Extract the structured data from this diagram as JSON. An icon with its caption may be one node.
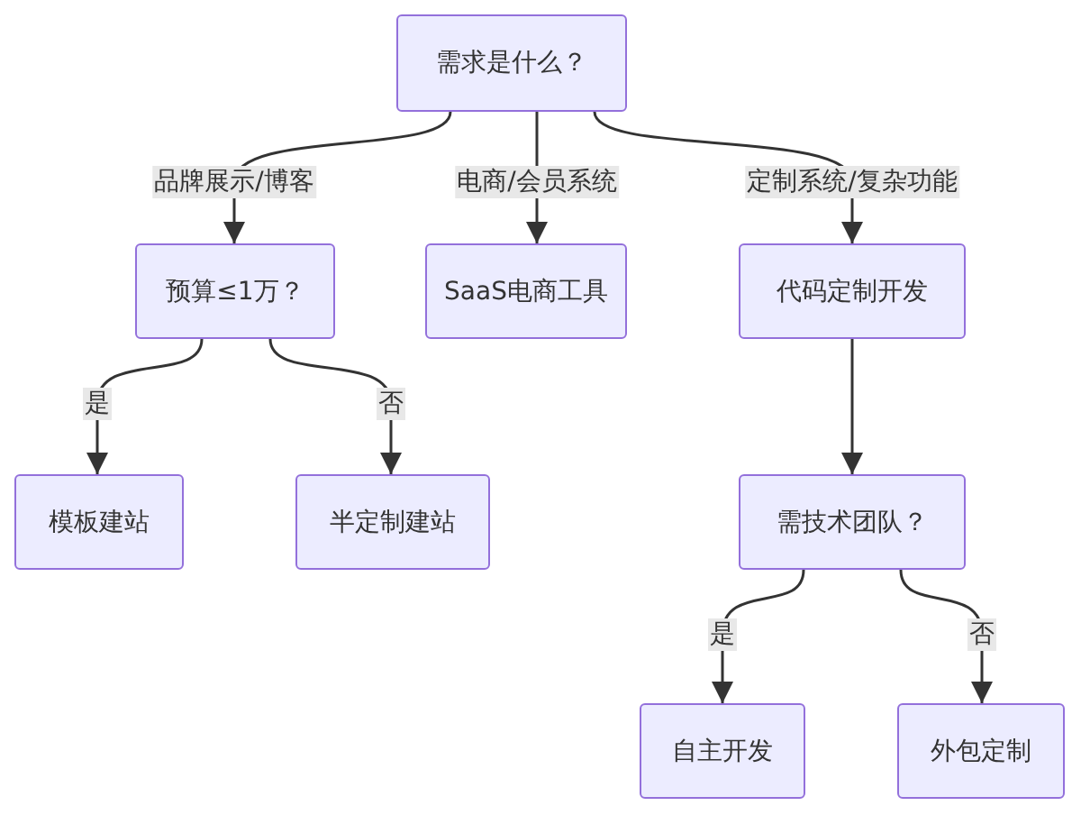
{
  "diagram": {
    "nodes": [
      {
        "text": [
          "需求是什么？"
        ]
      },
      {
        "text": [
          "预算≤1万？"
        ]
      },
      {
        "text": [
          "SaaS电商工具"
        ]
      },
      {
        "text": [
          "代码定制开发"
        ]
      },
      {
        "text": [
          "模板建站"
        ]
      },
      {
        "text": [
          "半定制建站"
        ]
      },
      {
        "text": [
          "需技术团队？"
        ]
      },
      {
        "text": [
          "自主开发"
        ]
      },
      {
        "text": [
          "外包定制"
        ]
      }
    ],
    "edges": [
      {
        "from": 0,
        "to": 1,
        "arrow": "to",
        "label": "品牌展示/博客"
      },
      {
        "from": 0,
        "to": 2,
        "arrow": "to",
        "label": "电商/会员系统"
      },
      {
        "from": 0,
        "to": 3,
        "arrow": "to",
        "label": "定制系统/复杂功能"
      },
      {
        "from": 1,
        "to": 4,
        "arrow": "to",
        "label": "是"
      },
      {
        "from": 1,
        "to": 5,
        "arrow": "to",
        "label": "否"
      },
      {
        "from": 3,
        "to": 6,
        "arrow": "to"
      },
      {
        "from": 6,
        "to": 7,
        "arrow": "to",
        "label": "是"
      },
      {
        "from": 6,
        "to": 8,
        "arrow": "to",
        "label": "否"
      }
    ]
  }
}
